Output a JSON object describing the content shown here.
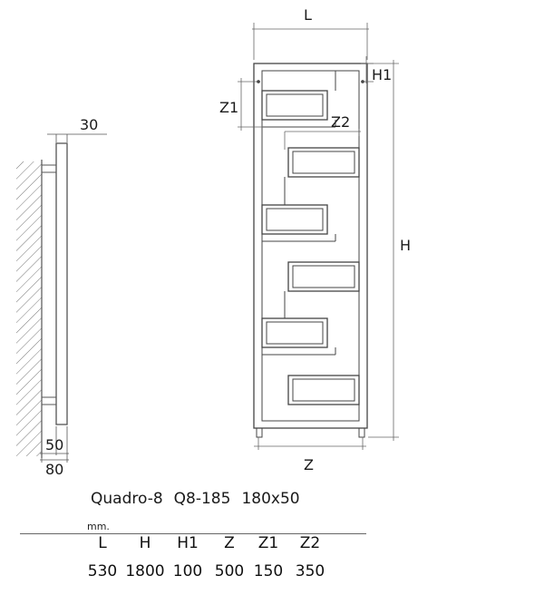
{
  "dimensions": {
    "L": "L",
    "H1": "H1",
    "Z1": "Z1",
    "Z2": "Z2",
    "H": "H",
    "Z": "Z",
    "side_depth": "30",
    "side_50": "50",
    "side_80": "80"
  },
  "caption": {
    "model": "Quadro-8",
    "code": "Q8-185",
    "size": "180x50"
  },
  "table": {
    "unit": "mm.",
    "headers": [
      "L",
      "H",
      "H1",
      "Z",
      "Z1",
      "Z2"
    ],
    "values": [
      "530",
      "1800",
      "100",
      "500",
      "150",
      "350"
    ]
  }
}
